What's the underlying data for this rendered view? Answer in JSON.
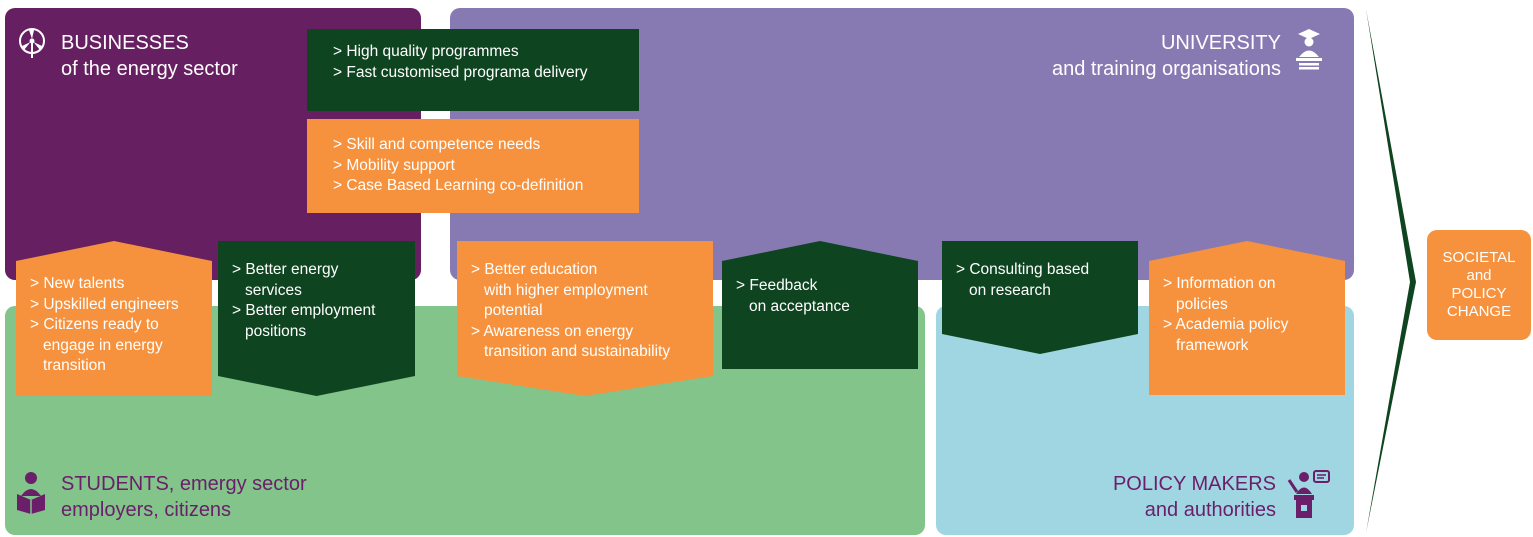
{
  "businesses": {
    "title_line1": "BUSINESSES",
    "title_line2": "of the energy sector"
  },
  "university": {
    "title_line1": "UNIVERSITY",
    "title_line2": "and training organisations"
  },
  "students": {
    "title_line1": "STUDENTS, emergy sector",
    "title_line2": "employers, citizens"
  },
  "policy": {
    "title_line1": "POLICY MAKERS",
    "title_line2": "and authorities"
  },
  "boxes": {
    "uni_to_business": [
      "> High quality programmes",
      "> Fast customised programa delivery"
    ],
    "business_to_uni": [
      "> Skill and competence needs",
      "> Mobility support",
      "> Case Based Learning co-definition"
    ],
    "students_to_business": [
      "> New talents",
      "> Upskilled engineers",
      "> Citizens ready to",
      "   engage in energy",
      "   transition"
    ],
    "business_to_students": [
      "> Better energy",
      "   services",
      "> Better employment",
      "   positions"
    ],
    "uni_to_students": [
      "> Better education",
      "   with higher employment",
      "   potential",
      "> Awareness on energy",
      "   transition and sustainability"
    ],
    "students_to_uni": [
      "> Feedback",
      "   on acceptance"
    ],
    "uni_to_policy": [
      "> Consulting based",
      "   on research"
    ],
    "policy_to_uni": [
      "> Information on",
      "   policies",
      ">  Academia policy",
      "   framework"
    ]
  },
  "outcome": {
    "line1": "SOCIETAL",
    "line2": "and",
    "line3": "POLICY",
    "line4": "CHANGE"
  },
  "colors": {
    "business": "#661f61",
    "university": "#877ab3",
    "students": "#82c489",
    "policy": "#a0d6e2",
    "dark_green": "#0f4420",
    "orange": "#f6923e"
  },
  "icons": [
    "wind-turbine-icon",
    "graduate-icon",
    "student-reading-icon",
    "speaker-podium-icon"
  ]
}
